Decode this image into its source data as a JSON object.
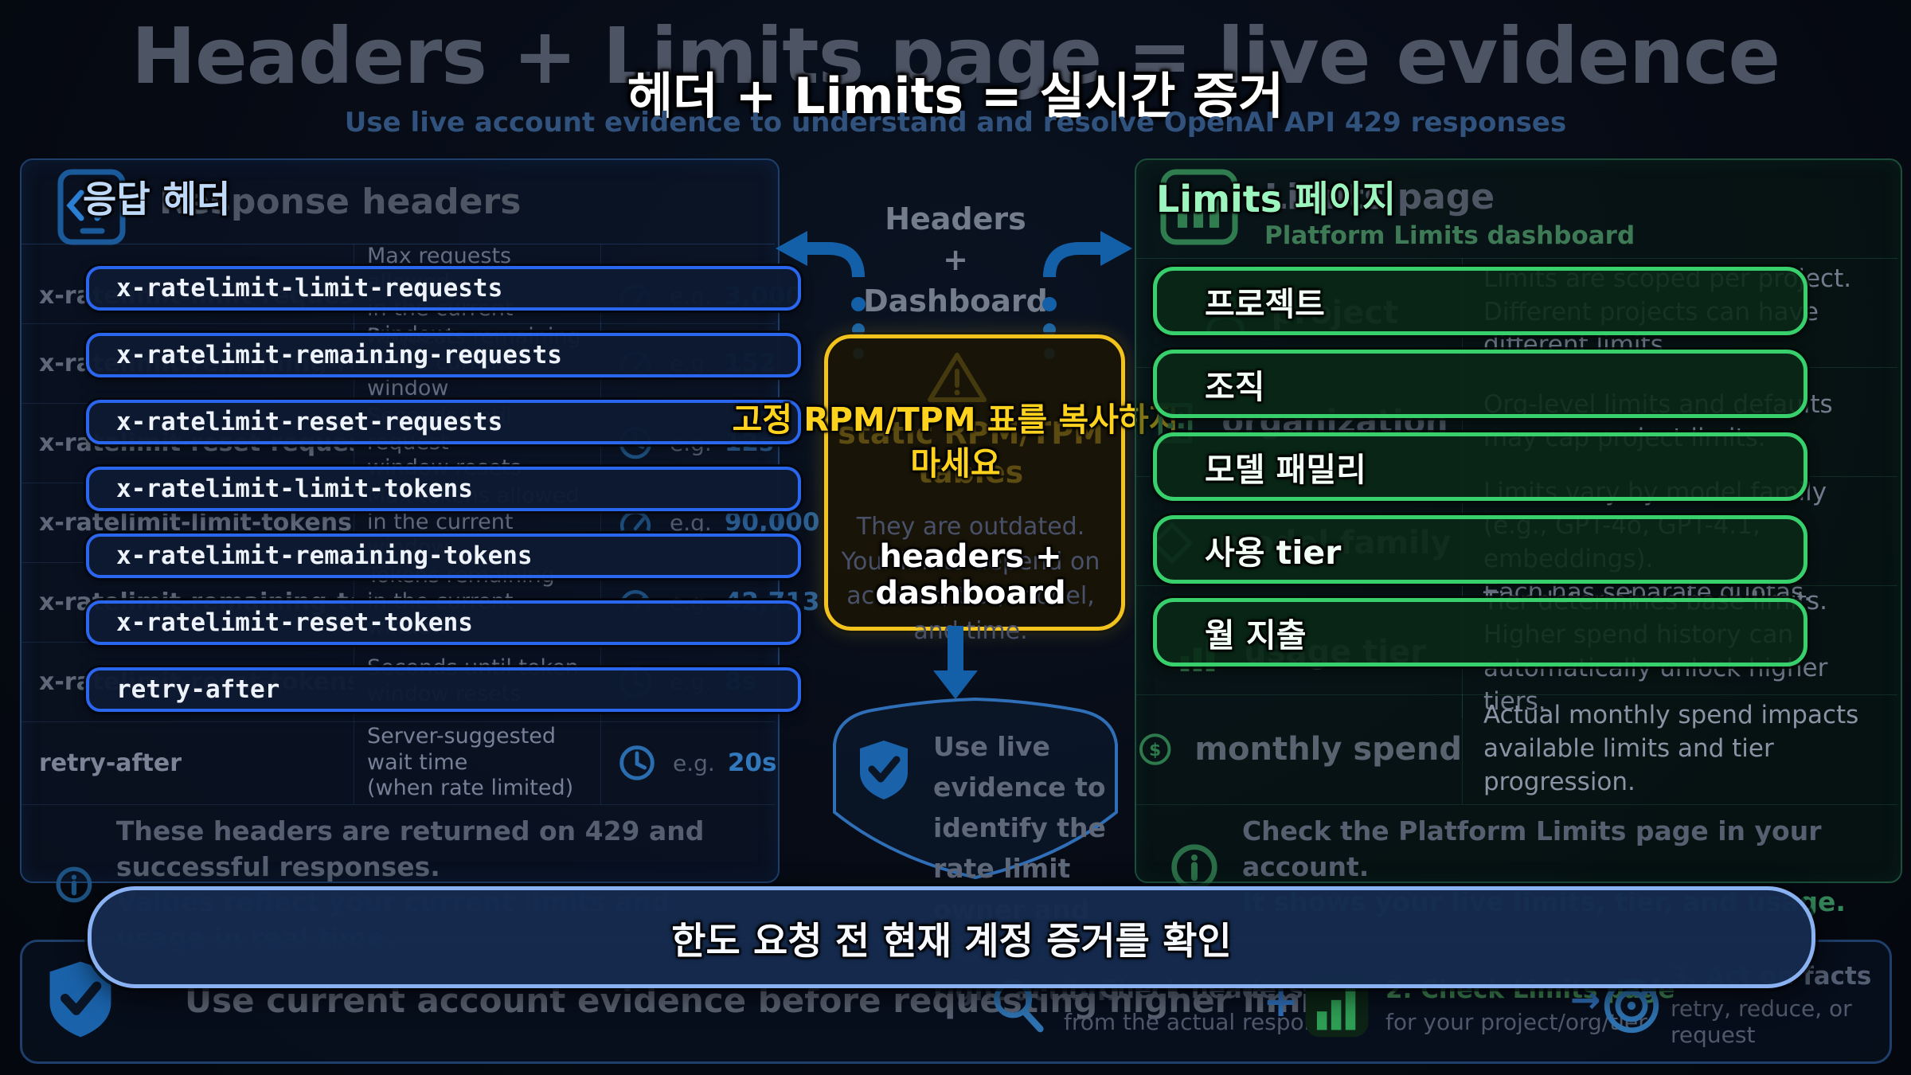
{
  "header": {
    "bg_title": "Headers + Limits page = live evidence",
    "overlay_title": "헤더 + Limits = 실시간 증거",
    "subtitle": "Use live account evidence to understand and resolve OpenAI API 429 responses"
  },
  "left_panel": {
    "overlay_title": "응답 헤더",
    "title": "Response headers",
    "rows": [
      {
        "name": "x-ratelimit-limit-requests",
        "desc": "Max requests allowed\nin the current window",
        "icon": "gauge-icon",
        "eg": "e.g.",
        "example": "3,000"
      },
      {
        "name": "x-ratelimit-remaining-requests",
        "desc": "Requests remaining\nin the current window",
        "icon": "gauge-icon",
        "eg": "e.g.",
        "example": "152"
      },
      {
        "name": "x-ratelimit-reset-requests",
        "desc": "Seconds until request\nwindow resets",
        "icon": "clock-icon",
        "eg": "e.g.",
        "example": "12s"
      },
      {
        "name": "x-ratelimit-limit-tokens",
        "desc": "Max tokens allowed\nin the current window",
        "icon": "gauge-icon",
        "eg": "e.g.",
        "example": "90,000"
      },
      {
        "name": "x-ratelimit-remaining-tokens",
        "desc": "Tokens remaining\nin the current window",
        "icon": "gauge-icon",
        "eg": "e.g.",
        "example": "42,713"
      },
      {
        "name": "x-ratelimit-reset-tokens",
        "desc": "Seconds until token\nwindow resets",
        "icon": "clock-icon",
        "eg": "e.g.",
        "example": "8s"
      },
      {
        "name": "retry-after",
        "desc": "Server-suggested wait time\n(when rate limited)",
        "icon": "clock-icon",
        "eg": "e.g.",
        "example": "20s"
      }
    ],
    "note1": "These headers are returned on 429 and successful responses.",
    "note2": "Values reflect your current limits and usage in real time."
  },
  "middle": {
    "flow_label": "Headers\n+\nDashboard",
    "warning": {
      "overlay": "고정 RPM/TPM 표를 복사하지\n마세요",
      "faded_title": "static RPM/TPM\ntables",
      "faded_body": "They are outdated.\nYour limits depend on\naccount, tier, model,\nand time.",
      "highlight": "headers + dashboard"
    },
    "shield_note": "Use live evidence to identify the rate limit owner and take the right action."
  },
  "right_panel": {
    "overlay_title": "Limits 페이지",
    "title": "Limits page",
    "subtitle": "Platform Limits dashboard",
    "rows": [
      {
        "korean": "프로젝트",
        "name": "project",
        "icon": "user-icon",
        "desc": "Limits are scoped per project.\nDifferent projects can have\ndifferent limits."
      },
      {
        "korean": "조직",
        "name": "organization",
        "icon": "building-icon",
        "desc": "Org-level limits and defaults\nmay cap project limits."
      },
      {
        "korean": "모델 패밀리",
        "name": "model family",
        "icon": "diamond-icon",
        "desc": "Limits vary by model family\n(e.g., GPT-4o, GPT-4.1, embeddings).\nEach has separate quotas."
      },
      {
        "korean": "사용 tier",
        "name": "usage tier",
        "icon": "bar-chart-icon",
        "desc": "Tier determines base limits.\nHigher spend history can\nautomatically unlock higher tiers."
      },
      {
        "korean": "월 지출",
        "name": "monthly spend",
        "icon": "dollar-circle-icon",
        "desc": "Actual monthly spend impacts\navailable limits and tier\nprogression."
      }
    ],
    "note1": "Check the Platform Limits page in your account.",
    "note2": "It shows your live limits, tier, and usage."
  },
  "bottom": {
    "overlay": "한도 요청 전 현재 계정 증거를 확인",
    "faded_title": "Use current account evidence before requesting higher limits",
    "connector_plus": "+",
    "connector_arrow": "→",
    "steps": [
      {
        "title": "1. Check headers",
        "desc": "from the actual response",
        "icon": "magnifier-icon"
      },
      {
        "title": "2. Check Limits page",
        "desc": "for your project/org/tier",
        "icon": "bar-chart-icon"
      },
      {
        "title": "3. Act on facts",
        "desc": "retry, reduce, or request",
        "icon": "target-icon"
      }
    ]
  }
}
